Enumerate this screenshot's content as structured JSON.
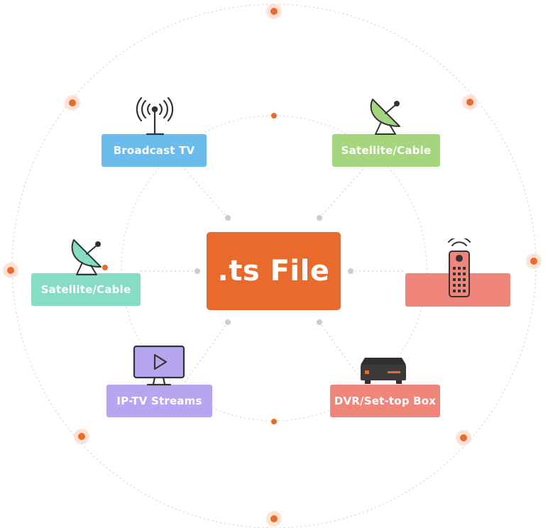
{
  "center": {
    "label": ".ts File"
  },
  "nodes": [
    {
      "id": "broadcast-tv",
      "label": "Broadcast TV",
      "color": "#6bbcec",
      "icon": "antenna-icon"
    },
    {
      "id": "satellite-cable-top",
      "label": "Satellite/Cable",
      "color": "#a5d57d",
      "icon": "satellite-dish-icon"
    },
    {
      "id": "satellite-cable-left",
      "label": "Satellite/Cable",
      "color": "#86dcc4",
      "icon": "satellite-dish-icon"
    },
    {
      "id": "remote",
      "label": "",
      "color": "#f0857c",
      "icon": "remote-control-icon"
    },
    {
      "id": "iptv-streams",
      "label": "IP-TV Streams",
      "color": "#b7a5f0",
      "icon": "monitor-play-icon"
    },
    {
      "id": "dvr-settop",
      "label": "DVR/Set-top Box",
      "color": "#f0857c",
      "icon": "set-top-box-icon"
    }
  ],
  "colors": {
    "accent": "#ea6a2c",
    "dot_gray": "#cccccc",
    "ring": "#d9d9d9"
  }
}
